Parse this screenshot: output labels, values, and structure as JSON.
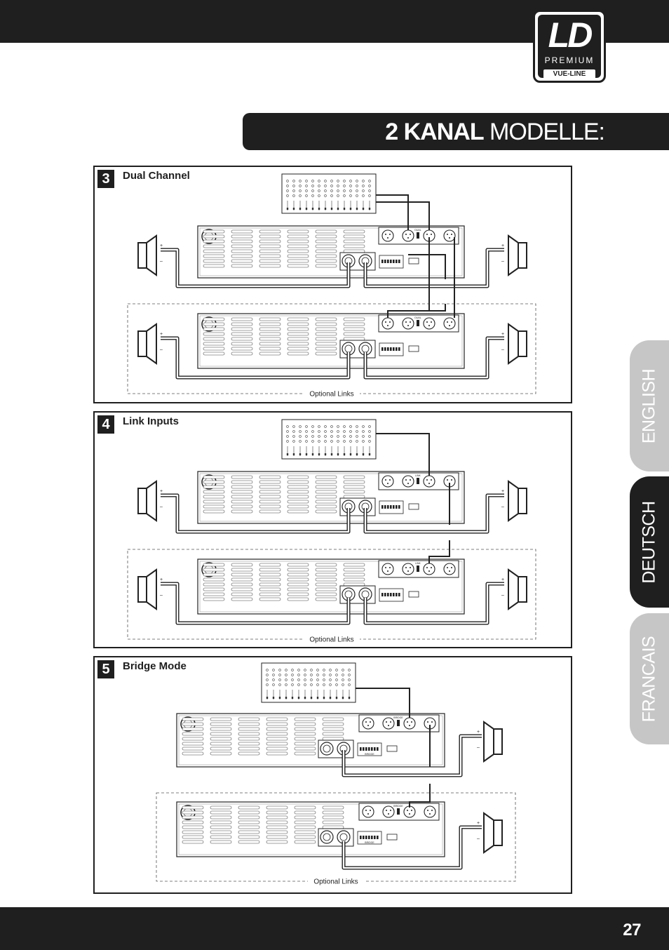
{
  "header": {
    "logo": {
      "brand": "LD",
      "line1": "PREMIUM",
      "line2": "VUE-LINE"
    },
    "title_bold": "2 KANAL",
    "title_light": "MODELLE:"
  },
  "tabs": [
    {
      "label": "ENGLISH",
      "color": "#c6c6c6"
    },
    {
      "label": "DEUTSCH",
      "color": "#1f1f1f"
    },
    {
      "label": "FRANCAIS",
      "color": "#c6c6c6"
    }
  ],
  "panels": [
    {
      "number": "3",
      "title": "Dual Channel",
      "switch_label": "DUAL",
      "optional_label": "Optional Links"
    },
    {
      "number": "4",
      "title": "Link Inputs",
      "switch_label": "LINK",
      "optional_label": "Optional Links"
    },
    {
      "number": "5",
      "title": "Bridge Mode",
      "switch_label": "BRIDGE",
      "optional_label": "Optional Links"
    }
  ],
  "speaker_polarity": {
    "plus": "+",
    "minus": "–"
  },
  "footer": {
    "page_number": "27"
  }
}
